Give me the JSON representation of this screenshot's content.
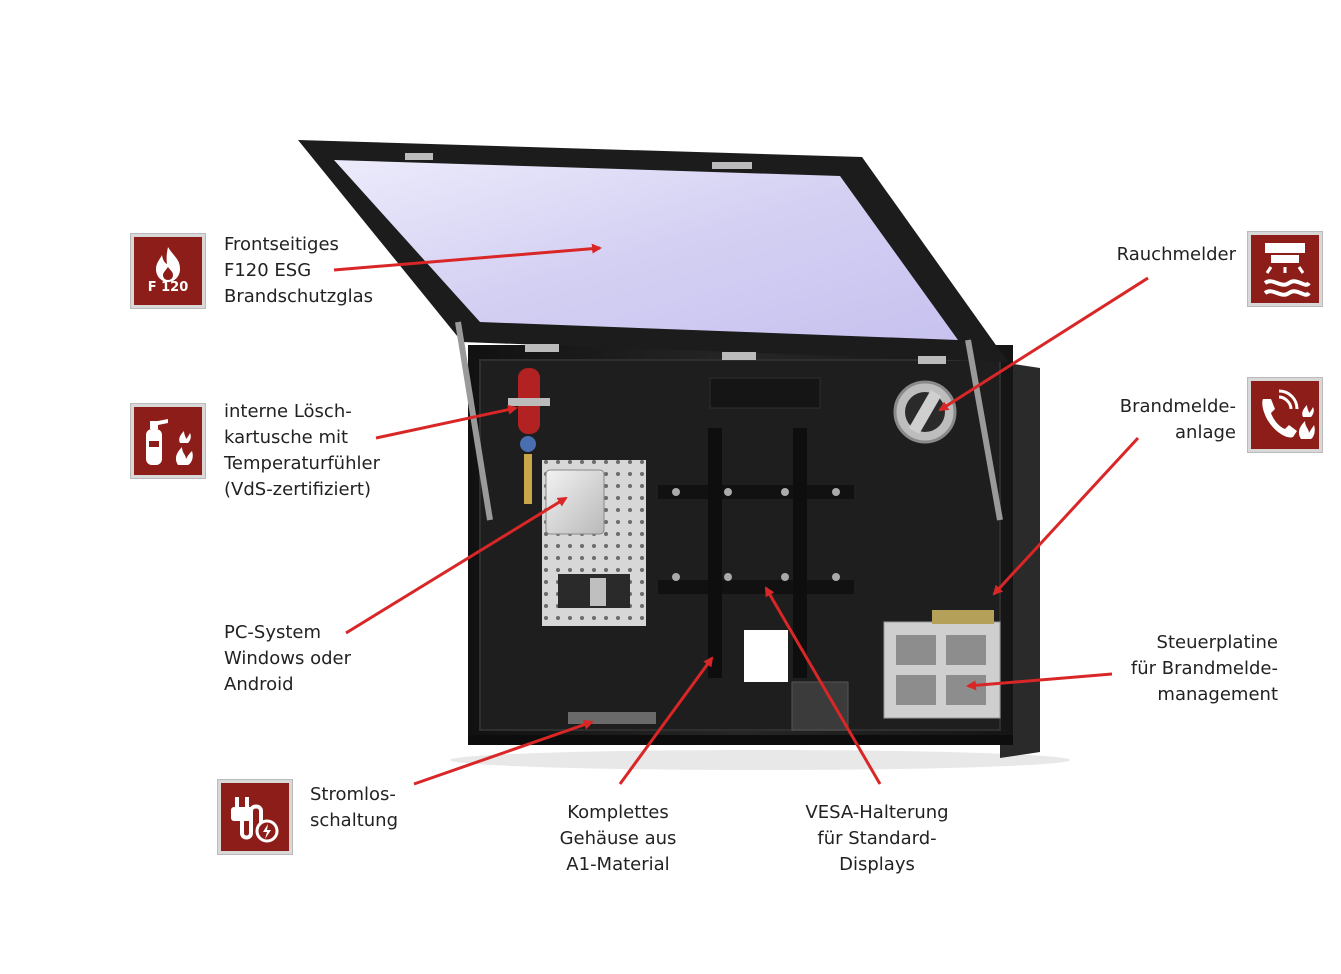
{
  "labels": {
    "glass": [
      "Frontseitiges",
      "F120 ESG",
      "Brandschutzglas"
    ],
    "extinguisher": [
      "interne Lösch-",
      "kartusche mit",
      "Temperaturfühler",
      "(VdS-zertifiziert)"
    ],
    "pc": [
      "PC-System",
      "Windows oder",
      "Android"
    ],
    "power": [
      "Stromlos-",
      "schaltung"
    ],
    "housing": [
      "Komplettes",
      "Gehäuse aus",
      "A1-Material"
    ],
    "vesa": [
      "VESA-Halterung",
      "für Standard-",
      "Displays"
    ],
    "smoke": [
      "Rauchmelder"
    ],
    "alarm": [
      "Brandmelde-",
      "anlage"
    ],
    "board": [
      "Steuerplatine",
      "für Brandmelde-",
      "management"
    ]
  },
  "icons": {
    "fire_glass": {
      "name": "fire-icon",
      "text": "F 120"
    },
    "extinguisher": {
      "name": "extinguisher-icon"
    },
    "power": {
      "name": "plug-icon"
    },
    "smoke": {
      "name": "smoke-detector-icon"
    },
    "alarm": {
      "name": "fire-phone-icon"
    }
  },
  "colors": {
    "arrow": "#d92626",
    "sign": "#8c1d18",
    "cabinet": "#1b1b1b",
    "glass": "#d9d6f5"
  }
}
